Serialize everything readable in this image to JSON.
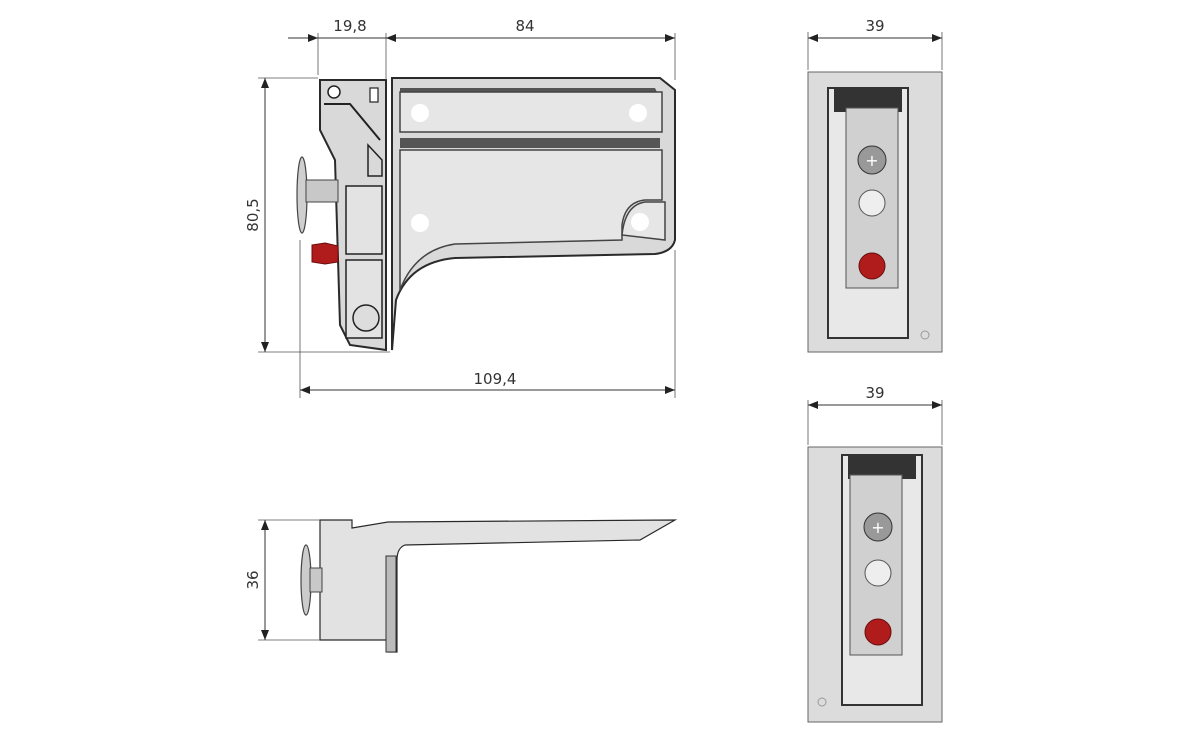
{
  "dimensions": {
    "front_left_width": "19,8",
    "front_arm_length": "84",
    "front_height": "80,5",
    "front_total_length": "109,4",
    "side_height": "36",
    "end_view_top_width": "39",
    "end_view_bottom_width": "39"
  },
  "colors": {
    "part": "#d9d9d9",
    "outline": "#2a2a2a",
    "accent_red": "#b01c1c"
  }
}
